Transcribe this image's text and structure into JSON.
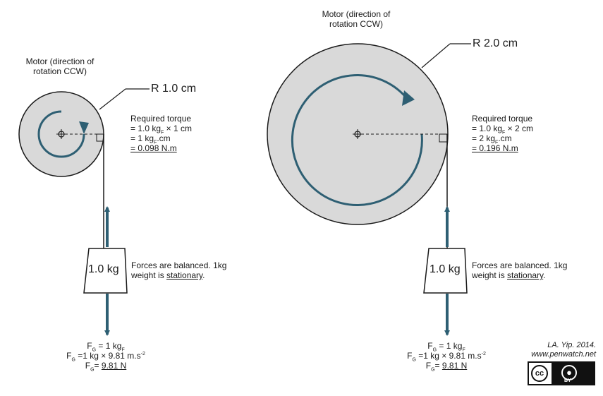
{
  "left": {
    "motor_label_line1": "Motor (direction of",
    "motor_label_line2": "rotation CCW)",
    "radius_label": "R 1.0 cm",
    "torque": {
      "line1": "Required torque",
      "line2_a": "= 1.0 kg",
      "line2_sub": "F",
      "line2_b": " × 1 cm",
      "line3_a": "= 1 kg",
      "line3_sub": "F",
      "line3_b": ".cm",
      "line4": "= 0.098 N.m"
    },
    "mass_label": "1.0 kg",
    "balance_line1": "Forces are balanced. 1kg",
    "balance_line2_a": "weight is ",
    "balance_line2_u": "stationary",
    "balance_line2_b": ".",
    "force": {
      "l1_a": "F",
      "l1_sub": "G",
      "l1_b": " = 1 kg",
      "l1_sub2": "F",
      "l2_a": "F",
      "l2_sub": "G",
      "l2_b": " =1 kg × 9.81 m.s",
      "l2_sup": "-2",
      "l3_a": "F",
      "l3_sub": "G",
      "l3_b": "= ",
      "l3_u": "9.81 N"
    }
  },
  "right": {
    "motor_label_line1": "Motor (direction of",
    "motor_label_line2": "rotation CCW)",
    "radius_label": "R 2.0 cm",
    "torque": {
      "line1": "Required torque",
      "line2_a": "= 1.0 kg",
      "line2_sub": "F",
      "line2_b": " × 2 cm",
      "line3_a": "= 2 kg",
      "line3_sub": "F",
      "line3_b": ".cm",
      "line4": "= 0.196 N.m"
    },
    "mass_label": "1.0 kg",
    "balance_line1": "Forces are balanced. 1kg",
    "balance_line2_a": "weight is ",
    "balance_line2_u": "stationary",
    "balance_line2_b": ".",
    "force": {
      "l1_a": "F",
      "l1_sub": "G",
      "l1_b": " = 1 kg",
      "l1_sub2": "F",
      "l2_a": "F",
      "l2_sub": "G",
      "l2_b": " =1 kg × 9.81 m.s",
      "l2_sup": "-2",
      "l3_a": "F",
      "l3_sub": "G",
      "l3_b": "= ",
      "l3_u": "9.81 N"
    }
  },
  "credit_line1": "LA. Yip. 2014.",
  "credit_line2": "www.penwatch.net",
  "license": {
    "cc_text": "cc",
    "by_text": "BY",
    "by_icon": "person-icon"
  },
  "colors": {
    "disk_fill": "#d9d9d9",
    "arrow": "#2e5f73",
    "line": "#1a1a1a"
  }
}
